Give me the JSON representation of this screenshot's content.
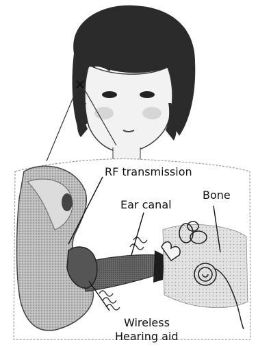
{
  "labels": {
    "rf_transmission": "RF transmission",
    "ear_canal": "Ear canal",
    "bone": "Bone",
    "wireless_line1": "Wireless",
    "wireless_line2": "Hearing aid"
  }
}
